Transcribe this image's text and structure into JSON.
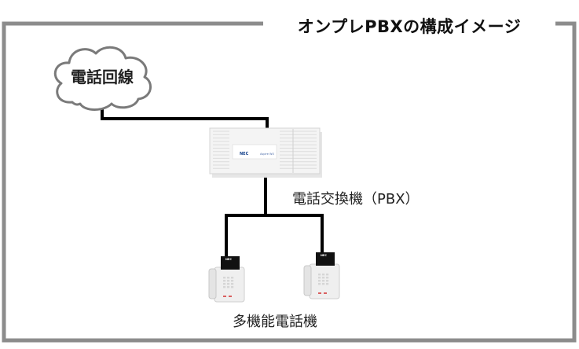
{
  "title": "オンプレPBXの構成イメージ",
  "cloud": {
    "label": "電話回線"
  },
  "pbx": {
    "label": "電話交換機（PBX）",
    "brand": "NEC",
    "model": "Aspire WX"
  },
  "phones": {
    "label": "多機能電話機",
    "brand": "NEC"
  },
  "colors": {
    "frame": "#888888",
    "line": "#000000",
    "cloud_stroke": "#777777"
  }
}
